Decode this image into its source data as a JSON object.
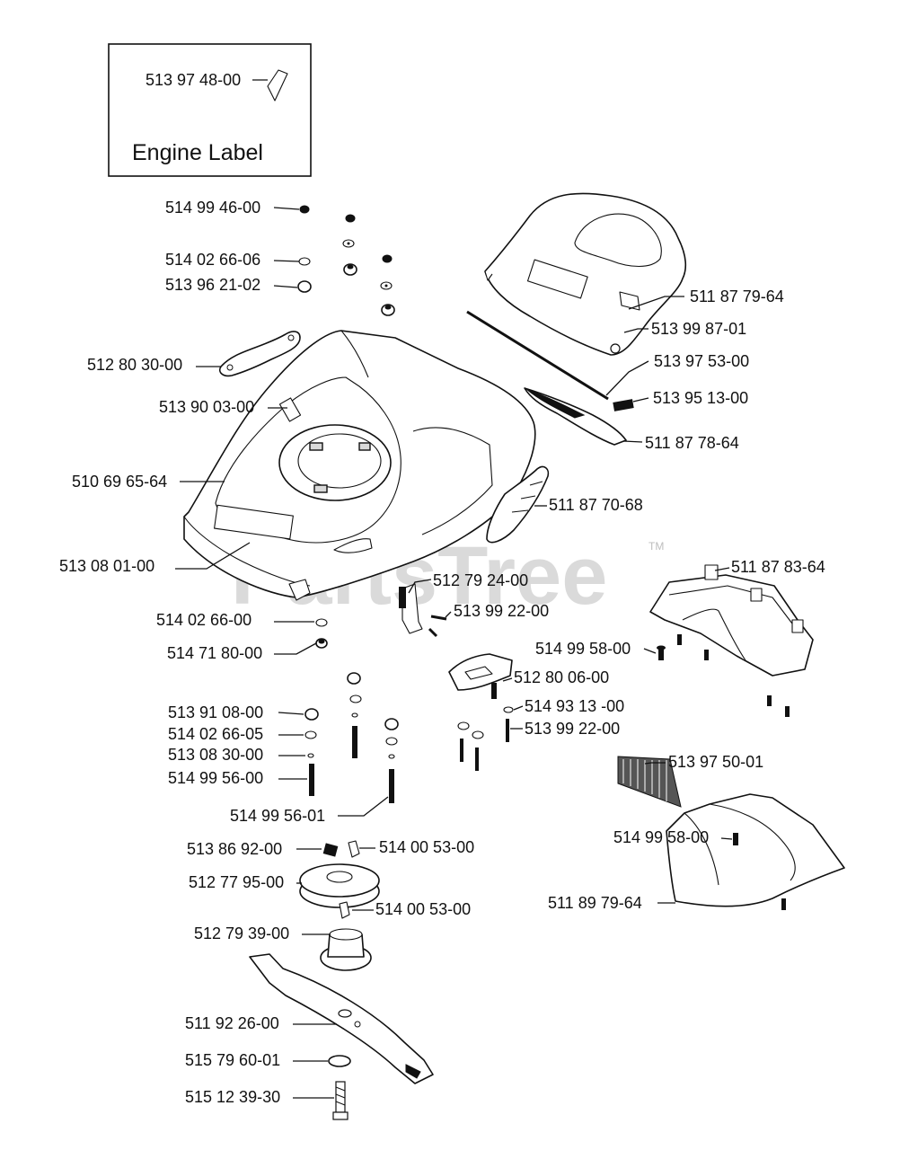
{
  "engine_box": {
    "part": "513 97 48-00",
    "title": "Engine Label"
  },
  "watermark": {
    "text": "PartsTree",
    "tm": "TM"
  },
  "labels": {
    "l01": "514 99 46-00",
    "l02": "514 02 66-06",
    "l03": "513 96 21-02",
    "l04": "512 80 30-00",
    "l05": "513 90 03-00",
    "l06": "510 69 65-64",
    "l07": "513 08 01-00",
    "l08": "514 02 66-00",
    "l09": "514 71 80-00",
    "l10": "513 91 08-00",
    "l11": "514 02 66-05",
    "l12": "513 08 30-00",
    "l13": "514 99 56-00",
    "l14": "514 99 56-01",
    "l15": "513 86 92-00",
    "l16": "514 00 53-00",
    "l17": "512 77 95-00",
    "l18": "514 00 53-00",
    "l19": "512 79 39-00",
    "l20": "511 92 26-00",
    "l21": "515 79 60-01",
    "l22": "515 12 39-30",
    "l23": "511 87 79-64",
    "l24": "513 99 87-01",
    "l25": "513 97 53-00",
    "l26": "513 95 13-00",
    "l27": "511 87 78-64",
    "l28": "511 87 70-68",
    "l29": "511 87 83-64",
    "l30": "512 79 24-00",
    "l31": "513 99 22-00",
    "l32": "514 99 58-00",
    "l33": "512 80 06-00",
    "l34": "514 93 13 -00",
    "l35": "513 99 22-00",
    "l36": "513 97 50-01",
    "l37": "514 99 58-00",
    "l38": "511 89 79-64"
  }
}
